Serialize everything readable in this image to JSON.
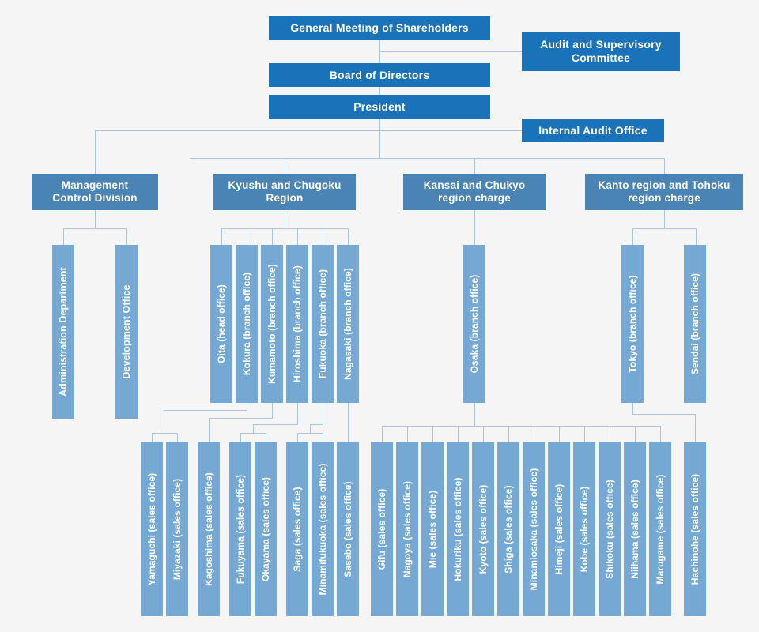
{
  "colors": {
    "top_box": "#1a73b8",
    "division_box": "#4a84b5",
    "office_box": "#75a9d3",
    "connector": "#a9c3da",
    "background": "#f5f5f5"
  },
  "governance": {
    "shareholders": "General Meeting of Shareholders",
    "audit_committee": "Audit and Supervisory Committee",
    "board": "Board of Directors",
    "president": "President",
    "internal_audit": "Internal Audit Office"
  },
  "divisions": {
    "management": "Management Control Division",
    "kyushu": "Kyushu and Chugoku Region",
    "kansai": "Kansai and Chukyo region charge",
    "kanto": "Kanto region and Tohoku region charge"
  },
  "management_units": {
    "admin": "Administration Department",
    "development": "Development Office"
  },
  "branches": {
    "oita": "Oita (head office)",
    "kokura": "Kokura (branch office)",
    "kumamoto": "Kumamoto (branch office)",
    "hiroshima": "Hiroshima (branch office)",
    "fukuoka": "Fukuoka (branch office)",
    "nagasaki": "Nagasaki (branch office)",
    "osaka": "Osaka (branch office)",
    "tokyo": "Tokyo (branch office)",
    "sendai": "Sendai (branch office)"
  },
  "sales_offices": {
    "yamaguchi": "Yamaguchi  (sales office)",
    "miyazaki": "Miyazaki  (sales office)",
    "kagoshima": "Kagoshima  (sales office)",
    "fukuyama": "Fukuyama  (sales office)",
    "okayama": "Okayama  (sales office)",
    "saga": "Saga  (sales office)",
    "minamifukuoka": "Minamifukuoka  (sales office)",
    "sasebo": "Sasebo  (sales office)",
    "gifu": "Gifu  (sales office)",
    "nagoya": "Nagoya  (sales office)",
    "mie": "Mie  (sales office)",
    "hokuriku": "Hokuriku  (sales office)",
    "kyoto": "Kyoto  (sales office)",
    "shiga": "Shiga  (sales office)",
    "minamiosaka": "Minamiosaka  (sales office)",
    "himeji": "Himeji  (sales office)",
    "kobe": "Kobe  (sales office)",
    "shikoku": "Shikoku  (sales office)",
    "niihama": "Niihama  (sales office)",
    "marugame": "Marugame  (sales office)",
    "hachinohe": "Hachinohe  (sales office)"
  }
}
